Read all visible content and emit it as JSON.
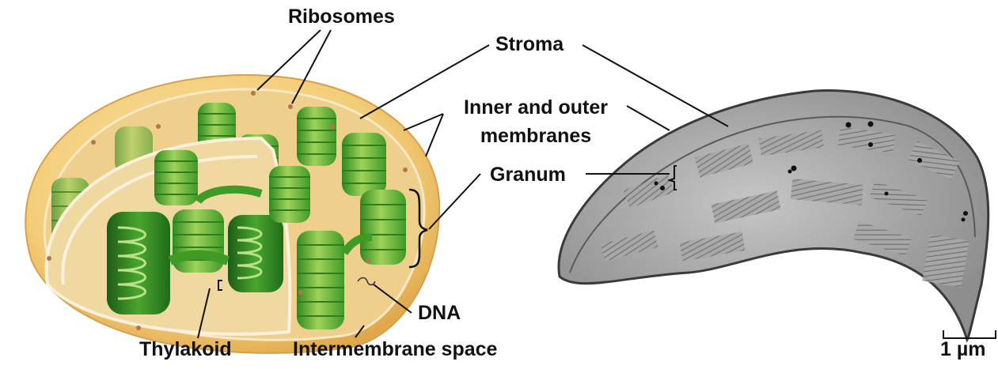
{
  "labels": {
    "ribosomes": "Ribosomes",
    "stroma": "Stroma",
    "inner_outer_line1": "Inner and outer",
    "inner_outer_line2": "membranes",
    "granum": "Granum",
    "dna": "DNA",
    "thylakoid": "Thylakoid",
    "intermembrane_space": "Intermembrane space",
    "scale_bar": "1 µm"
  },
  "colors": {
    "outer_membrane": "#f2cf7a",
    "stroma_fill": "#ecc88a",
    "granum_green": "#4aa62c",
    "granum_light": "#9fd25a",
    "granum_dark": "#1f6b1a",
    "micrograph_gray": "#9c9c9c"
  }
}
